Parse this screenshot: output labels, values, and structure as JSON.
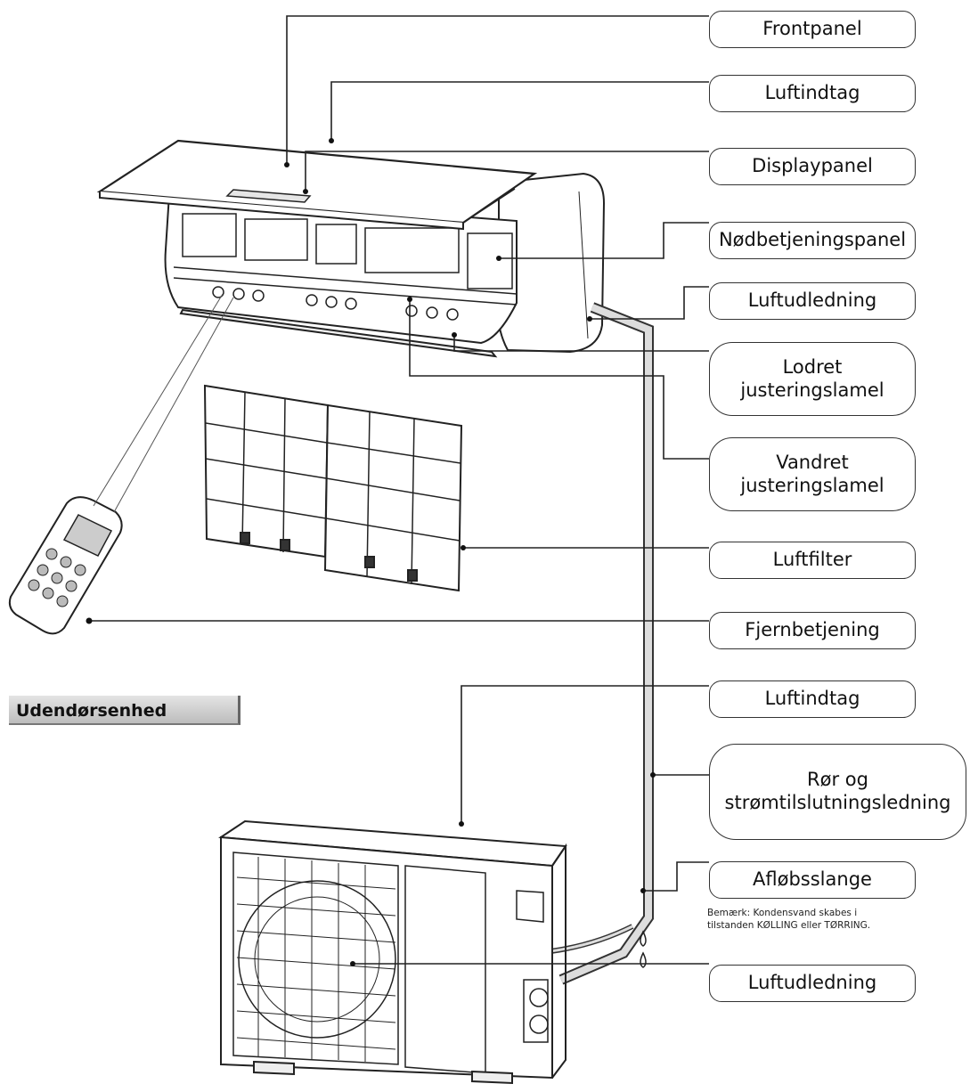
{
  "labels": {
    "frontpanel": "Frontpanel",
    "luftindtag_1": "Luftindtag",
    "displaypanel": "Displaypanel",
    "nodbetjeningspanel": "Nødbetjeningspanel",
    "luftudledning_1": "Luftudledning",
    "lodret_line1": "Lodret",
    "lodret_line2": "justeringslamel",
    "vandret_line1": "Vandret",
    "vandret_line2": "justeringslamel",
    "luftfilter": "Luftfilter",
    "fjernbetjening": "Fjernbetjening",
    "luftindtag_2": "Luftindtag",
    "ror_line1": "Rør og",
    "ror_line2": "strømtilslutningsledning",
    "aflobsslange": "Afløbsslange",
    "luftudledning_2": "Luftudledning"
  },
  "section_title": "Udendørsenhed",
  "note": {
    "line1": "Bemærk: Kondensvand skabes i",
    "line2": "tilstanden KØLLING eller TØRRING."
  }
}
